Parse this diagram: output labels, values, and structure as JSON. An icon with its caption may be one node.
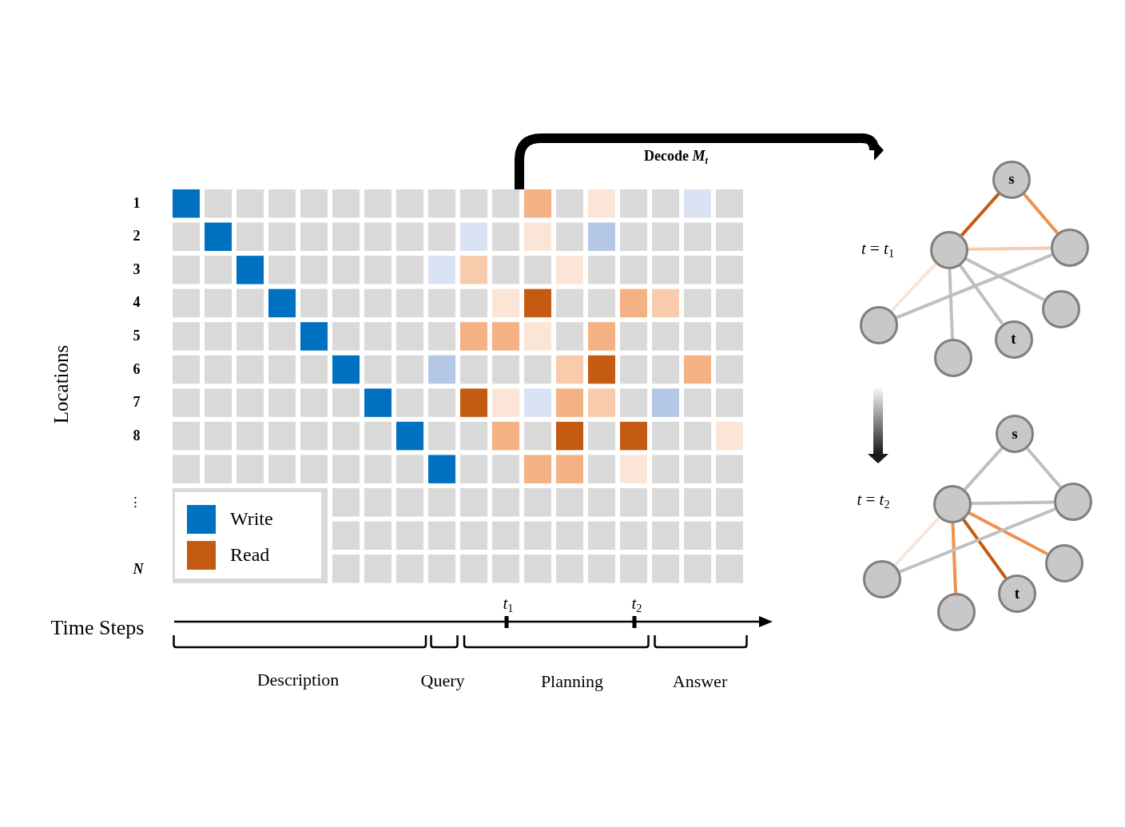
{
  "diagram": {
    "nodes": [
      {
        "text": [],
        "shape": "grid"
      },
      {
        "text": [],
        "shape": "graph",
        "beside": [
          "*t* = *t*$_{1}$"
        ]
      },
      {
        "text": [
          "s"
        ],
        "in": 1
      },
      {
        "text": [],
        "shape": "circle",
        "in": 1
      },
      {
        "text": [],
        "shape": "circle",
        "in": 1
      },
      {
        "text": [],
        "shape": "circle",
        "in": 1
      },
      {
        "text": [],
        "shape": "circle",
        "in": 1
      },
      {
        "text": [
          "t"
        ],
        "in": 1
      },
      {
        "text": [],
        "shape": "circle",
        "in": 1
      },
      {
        "text": [],
        "shape": "graph",
        "beside": [
          "*t* = *t*$_{2}$"
        ]
      },
      {
        "text": [
          "s"
        ],
        "in": 9
      },
      {
        "text": [],
        "shape": "circle",
        "in": 9
      },
      {
        "text": [],
        "shape": "circle",
        "in": 9
      },
      {
        "text": [],
        "shape": "circle",
        "in": 9
      },
      {
        "text": [],
        "shape": "circle",
        "in": 9
      },
      {
        "text": [
          "t"
        ],
        "in": 9
      },
      {
        "text": [],
        "shape": "circle",
        "in": 9
      }
    ],
    "edges": [
      {
        "from": 0,
        "to": 1,
        "arrow": "to",
        "label": "Decode *M*$_{t}$",
        "style": "thick",
        "color": "#000000"
      },
      {
        "from": 1,
        "to": 9,
        "arrow": "to",
        "style": "thick",
        "color": "#1a1a1a"
      },
      {
        "from": 2,
        "to": 3,
        "arrow": "none",
        "color": "#c55a11"
      },
      {
        "from": 2,
        "to": 4,
        "arrow": "none",
        "color": "#f0904c"
      },
      {
        "from": 3,
        "to": 4,
        "arrow": "none",
        "color": "#f8cbad"
      },
      {
        "from": 3,
        "to": 5,
        "arrow": "none",
        "color": "#fbe5d6"
      },
      {
        "from": 3,
        "to": 6,
        "arrow": "none"
      },
      {
        "from": 3,
        "to": 7,
        "arrow": "none"
      },
      {
        "from": 3,
        "to": 8,
        "arrow": "none"
      },
      {
        "from": 5,
        "to": 4,
        "arrow": "none"
      },
      {
        "from": 10,
        "to": 11,
        "arrow": "none"
      },
      {
        "from": 10,
        "to": 12,
        "arrow": "none"
      },
      {
        "from": 11,
        "to": 12,
        "arrow": "none"
      },
      {
        "from": 11,
        "to": 13,
        "arrow": "none",
        "color": "#fbe5d6"
      },
      {
        "from": 11,
        "to": 14,
        "arrow": "none",
        "color": "#f0904c"
      },
      {
        "from": 11,
        "to": 15,
        "arrow": "none",
        "color": "#c55a11"
      },
      {
        "from": 11,
        "to": 16,
        "arrow": "none",
        "color": "#f0904c"
      },
      {
        "from": 13,
        "to": 12,
        "arrow": "none"
      }
    ],
    "labels": [
      "1",
      "2",
      "3",
      "4",
      "5",
      "6",
      "7",
      "8",
      "⋮",
      "N",
      "Locations",
      "*t*$_{1}$",
      "*t*$_{2}$",
      "Time Steps",
      "Description",
      "Query",
      "Planning",
      "Answer"
    ],
    "legend": [
      {
        "text": "Write",
        "color": "#0070c0"
      },
      {
        "text": "Read",
        "color": "#c55a11"
      }
    ]
  }
}
